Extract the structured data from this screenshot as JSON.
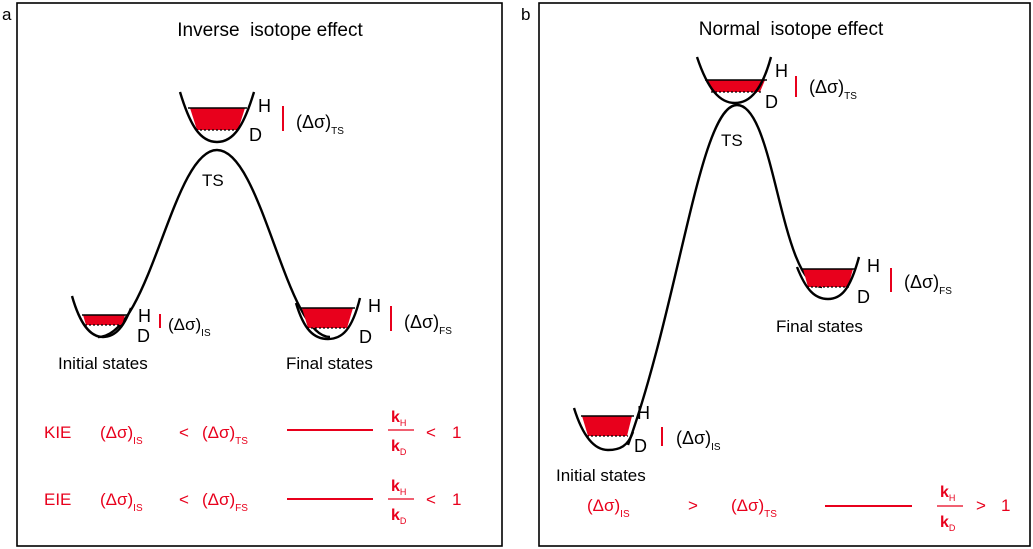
{
  "panels": [
    {
      "letter": "a",
      "title": "Inverse  isotope effect",
      "ts_label": "TS",
      "initial_label": "Initial states",
      "final_label": "Final states",
      "h": "H",
      "d": "D",
      "delta": "(Δσ)",
      "sub_ts": "TS",
      "sub_is": "IS",
      "sub_fs": "FS",
      "rows": [
        {
          "tag": "KIE",
          "lhs": "(Δσ)",
          "lhs_sub": "IS",
          "op": "<",
          "rhs": "(Δσ)",
          "rhs_sub": "TS",
          "k_num": "k",
          "num_sub": "H",
          "k_den": "k",
          "den_sub": "D",
          "cmp": "<",
          "val": "1"
        },
        {
          "tag": "EIE",
          "lhs": "(Δσ)",
          "lhs_sub": "IS",
          "op": "<",
          "rhs": "(Δσ)",
          "rhs_sub": "FS",
          "k_num": "k",
          "num_sub": "H",
          "k_den": "k",
          "den_sub": "D",
          "cmp": "<",
          "val": "1"
        }
      ]
    },
    {
      "letter": "b",
      "title": "Normal  isotope effect",
      "ts_label": "TS",
      "initial_label": "Initial states",
      "final_label": "Final states",
      "h": "H",
      "d": "D",
      "delta": "(Δσ)",
      "sub_ts": "TS",
      "sub_is": "IS",
      "sub_fs": "FS",
      "row": {
        "lhs": "(Δσ)",
        "lhs_sub": "IS",
        "op": ">",
        "rhs": "(Δσ)",
        "rhs_sub": "TS",
        "k_num": "k",
        "num_sub": "H",
        "k_den": "k",
        "den_sub": "D",
        "cmp": ">",
        "val": "1"
      }
    }
  ],
  "colors": {
    "accent": "#e8001c",
    "line": "#000000"
  }
}
